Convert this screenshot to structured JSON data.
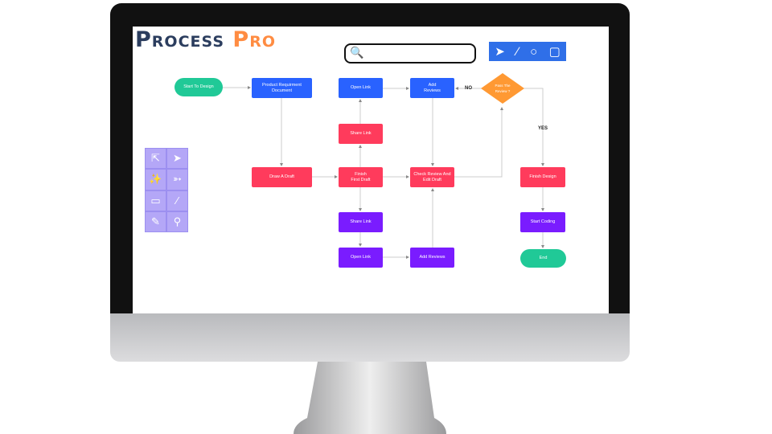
{
  "app": {
    "logo_part1": "Process",
    "logo_part2": "Pro"
  },
  "search": {
    "placeholder": "",
    "icon": "search-icon"
  },
  "toolbar": {
    "icons": [
      "pointer-icon",
      "line-icon",
      "circle-icon",
      "square-icon"
    ]
  },
  "palette": {
    "icons": [
      "select-outline-icon",
      "select-filled-icon",
      "magic-wand-icon",
      "lasso-icon",
      "rectangle-icon",
      "line-icon",
      "eyedropper-icon",
      "zoom-icon"
    ]
  },
  "flow": {
    "start": "Start To Design",
    "prd": "Product Requirment Document",
    "open_link_1": "Open Link",
    "add_reviews_1": "Add Reviews",
    "decision": "Pass The Review ?",
    "share_link_1": "Share Link",
    "draw_draft": "Draw A Draft",
    "finish_first_draft": "Finish First Draft",
    "check_review": "Check Review And Edit Draft",
    "finish_design": "Finish Design",
    "share_link_2": "Share Link",
    "open_link_2": "Open Link",
    "add_reviews_2": "Add Reviews",
    "start_coding": "Start Coding",
    "end": "End",
    "no_label": "NO",
    "yes_label": "YES"
  },
  "colors": {
    "blue": "#2962ff",
    "red": "#ff3b5c",
    "purple": "#7a1cff",
    "green": "#20c997",
    "orange": "#ff9933"
  }
}
